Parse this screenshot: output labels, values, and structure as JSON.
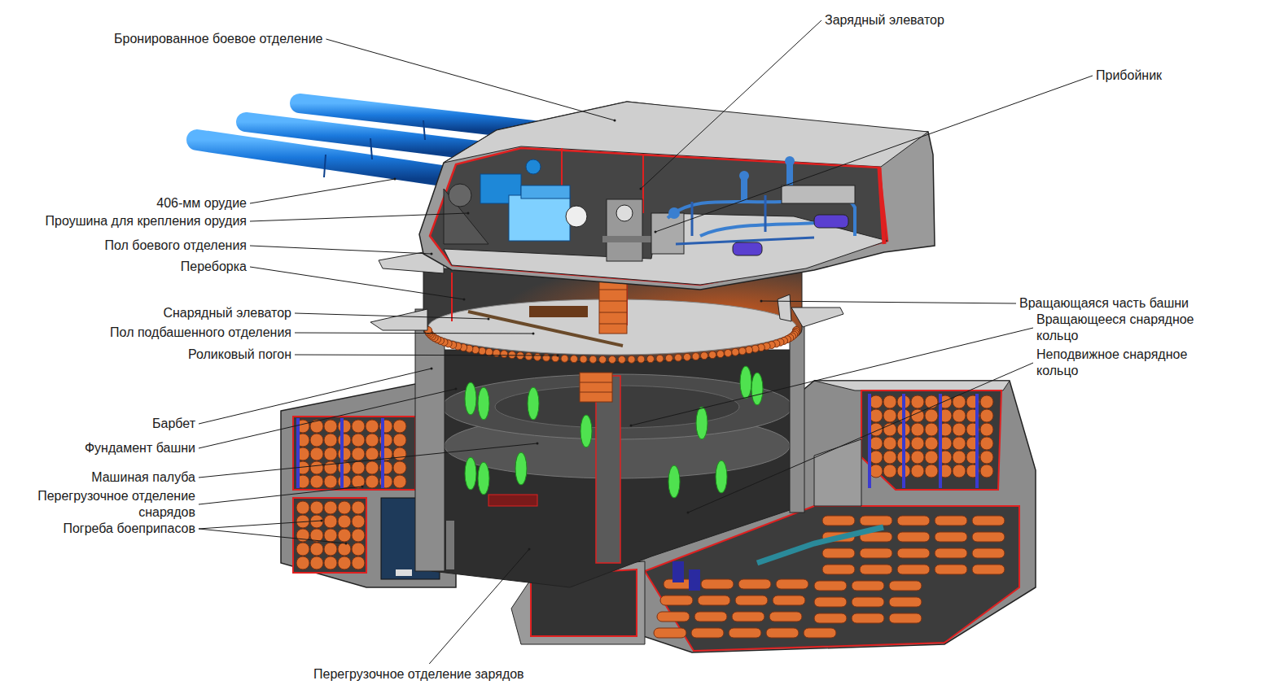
{
  "diagram": {
    "labels": [
      "Бронированное боевое отделение",
      "Зарядный элеватор",
      "Прибойник",
      "406-мм орудие",
      "Проушина для крепления орудия",
      "Пол боевого отделения",
      "Переборка",
      "Снарядный элеватор",
      "Пол подбашенного отделения",
      "Роликовый погон",
      "Вращающаяся часть башни",
      "Вращающееся снарядное кольцо",
      "Неподвижное снарядное кольцо",
      "Барбет",
      "Фундамент башни",
      "Машиная палуба",
      "Перегрузочное отделение снарядов",
      "Погреба боеприпасов",
      "Перегрузочное отделение зарядов"
    ]
  }
}
